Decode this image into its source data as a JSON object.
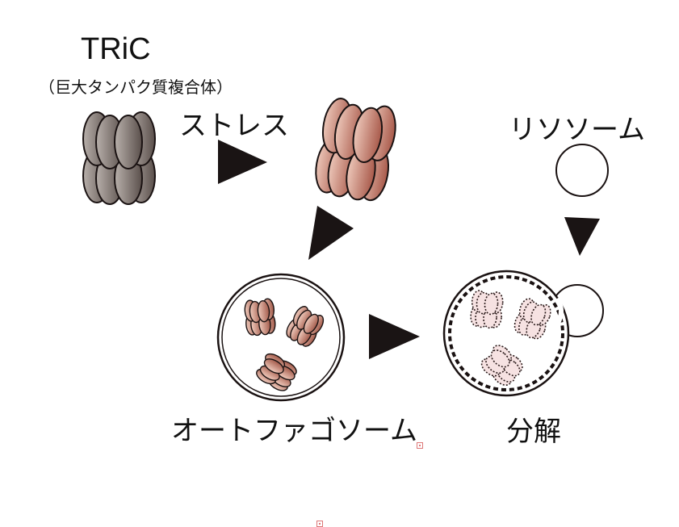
{
  "labels": {
    "title": "TRiC",
    "subtitle": "（巨大タンパク質複合体）",
    "stress": "ストレス",
    "lysosome": "リソソーム",
    "autophagosome": "オートファゴソーム",
    "degradation": "分解"
  },
  "colors": {
    "normal_complex": "#8f8580",
    "stressed_complex": "#c98f7c",
    "degraded_complex": "#f6e2e2",
    "outline": "#1a1212",
    "arrow": "#1a1414"
  }
}
